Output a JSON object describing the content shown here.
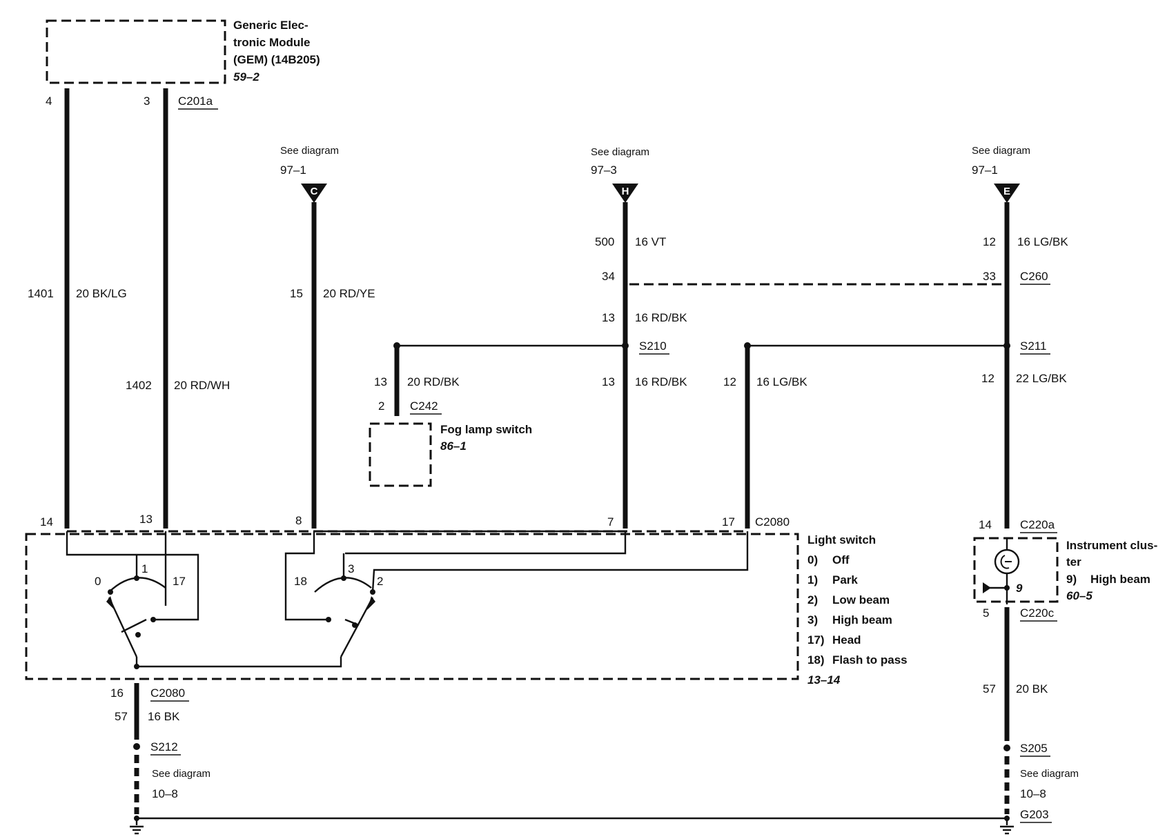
{
  "gem": {
    "title_lines": [
      "Generic Elec-",
      "tronic Module",
      "(GEM) (14B205)"
    ],
    "ref": "59–2",
    "pin_a": "4",
    "pin_b": "3",
    "connector": "C201a"
  },
  "wires": {
    "w1401": {
      "circuit": "1401",
      "gauge_color": "20 BK/LG"
    },
    "w1402": {
      "circuit": "1402",
      "gauge_color": "20 RD/WH"
    },
    "w15": {
      "circuit": "15",
      "gauge_color": "20 RD/YE"
    },
    "w500": {
      "circuit": "500",
      "gauge_color": "16 VT"
    },
    "w13_top": {
      "circuit": "13",
      "gauge_color": "16 RD/BK"
    },
    "w13_mid": {
      "circuit": "13",
      "gauge_color": "16 RD/BK"
    },
    "w13_fog": {
      "circuit": "13",
      "gauge_color": "20 RD/BK"
    },
    "w12_ls": {
      "circuit": "12",
      "gauge_color": "16 LG/BK"
    },
    "w12_top": {
      "circuit": "12",
      "gauge_color": "16 LG/BK"
    },
    "w12_ic": {
      "circuit": "12",
      "gauge_color": "22 LG/BK"
    },
    "w57_left": {
      "circuit": "57",
      "gauge_color": "16 BK"
    },
    "w57_right": {
      "circuit": "57",
      "gauge_color": "20 BK"
    }
  },
  "refs": {
    "c": {
      "see": "See diagram",
      "ref": "97–1",
      "letter": "C"
    },
    "h": {
      "see": "See diagram",
      "ref": "97–3",
      "letter": "H"
    },
    "e": {
      "see": "See diagram",
      "ref": "97–1",
      "letter": "E"
    },
    "left_ground": {
      "see": "See diagram",
      "ref": "10–8"
    },
    "right_ground": {
      "see": "See diagram",
      "ref": "10–8"
    }
  },
  "c260": {
    "pin_left": "34",
    "pin_right": "33",
    "name": "C260"
  },
  "splices": {
    "s210": "S210",
    "s211": "S211",
    "s212": "S212",
    "s205": "S205"
  },
  "ground": "G203",
  "fog": {
    "pin": "2",
    "connector": "C242",
    "name": "Fog lamp switch",
    "ref": "86–1"
  },
  "light_switch": {
    "pins": {
      "p14": "14",
      "p13": "13",
      "p8": "8",
      "p7": "7",
      "p17": "17",
      "p16": "16"
    },
    "connector_top": "C2080",
    "connector_bottom": "C2080",
    "positions": {
      "pos0": "0",
      "pos1": "1",
      "pos17": "17",
      "pos18": "18",
      "pos3": "3",
      "pos2": "2"
    },
    "name": "Light switch",
    "legend": [
      {
        "num": "0)",
        "text": "Off"
      },
      {
        "num": "1)",
        "text": "Park"
      },
      {
        "num": "2)",
        "text": "Low beam"
      },
      {
        "num": "3)",
        "text": "High beam"
      },
      {
        "num": "17)",
        "text": "Head"
      },
      {
        "num": "18)",
        "text": "Flash to pass"
      }
    ],
    "ref": "13–14"
  },
  "instrument_cluster": {
    "pin_top": "14",
    "connector_top": "C220a",
    "pin_bottom": "5",
    "connector_bottom": "C220c",
    "internal_pin": "9",
    "name_lines": [
      "Instrument clus-",
      "ter"
    ],
    "item": {
      "num": "9)",
      "text": "High beam"
    },
    "ref": "60–5"
  }
}
